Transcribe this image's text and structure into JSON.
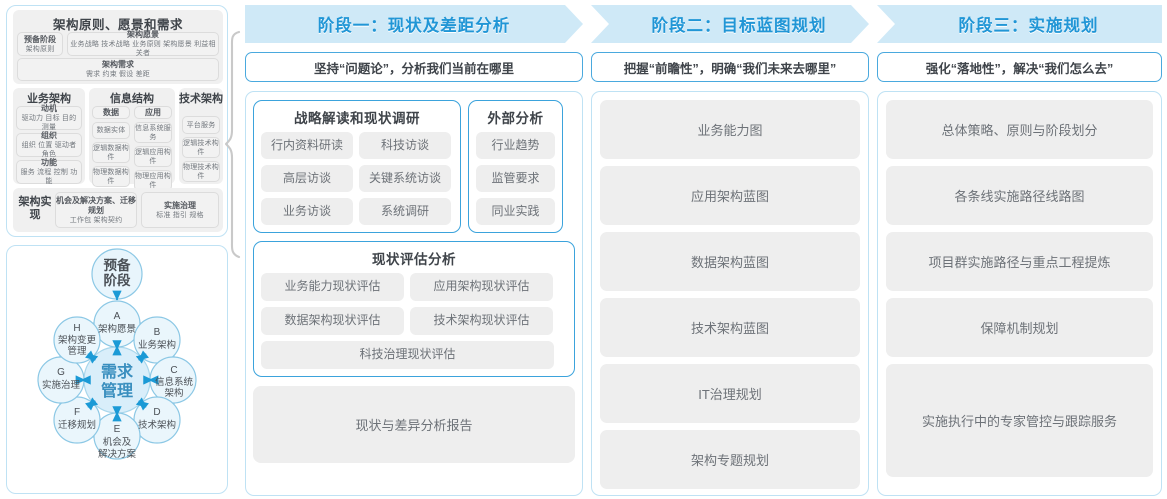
{
  "left_panel": {
    "matrix": {
      "heading": "架构原则、愿景和需求",
      "top_cells": [
        {
          "title": "预备阶段",
          "sub": "架构原则"
        },
        {
          "title": "架构愿景",
          "sub": "业务战略 技术战略 业务原则 架构愿景 利益相关者"
        },
        {
          "title": "架构需求",
          "sub": "需求   约束   假设   差距"
        }
      ],
      "columns": [
        {
          "title": "业务架构",
          "cells": [
            {
              "title": "动机",
              "sub": "驱动力 目标 目的 测量"
            },
            {
              "title": "组织",
              "sub": "组织 位置 驱动者 角色"
            },
            {
              "title": "功能",
              "sub": "服务 流程 控制 功能"
            }
          ]
        },
        {
          "title": "信息结构",
          "subcolumns": [
            {
              "header": "数据",
              "items": [
                "数据实体",
                "逻辑数据构件",
                "物理数据构件"
              ]
            },
            {
              "header": "应用",
              "items": [
                "信息系统服务",
                "逻辑应用构件",
                "物理应用构件"
              ]
            }
          ]
        },
        {
          "title": "技术架构",
          "items": [
            "平台服务",
            "逻辑技术构件",
            "物理技术构件"
          ]
        }
      ],
      "footer": {
        "label": "架构实现",
        "cells": [
          {
            "title": "机会及解决方案、迁移规划",
            "sub": "工作包   架构契约"
          },
          {
            "title": "实施治理",
            "sub": "标准  指引  规格"
          }
        ]
      }
    },
    "adm": {
      "center": "需求管理",
      "preliminary": "预备阶段",
      "nodes": [
        {
          "key": "A",
          "label": "架构愿景"
        },
        {
          "key": "B",
          "label": "业务架构"
        },
        {
          "key": "C",
          "label": "信息系统架构"
        },
        {
          "key": "D",
          "label": "技术架构"
        },
        {
          "key": "E",
          "label": "机会及解决方案"
        },
        {
          "key": "F",
          "label": "迁移规划"
        },
        {
          "key": "G",
          "label": "实施治理"
        },
        {
          "key": "H",
          "label": "架构变更管理"
        }
      ]
    }
  },
  "phases": [
    {
      "header": "阶段一：现状及差距分析",
      "tagline": "坚持“问题论”，分析我们当前在哪里",
      "survey_panel": {
        "title": "战略解读和现状调研",
        "items": [
          "行内资料研读",
          "科技访谈",
          "高层访谈",
          "关键系统访谈",
          "业务访谈",
          "系统调研"
        ]
      },
      "external_panel": {
        "title": "外部分析",
        "items": [
          "行业趋势",
          "监管要求",
          "同业实践"
        ]
      },
      "assess_panel": {
        "title": "现状评估分析",
        "items_half": [
          "业务能力现状评估",
          "应用架构现状评估",
          "数据架构现状评估",
          "技术架构现状评估"
        ],
        "items_full": [
          "科技治理现状评估"
        ]
      },
      "report": "现状与差异分析报告"
    },
    {
      "header": "阶段二：目标蓝图规划",
      "tagline": "把握“前瞻性”，明确“我们未来去哪里”",
      "items": [
        "业务能力图",
        "应用架构蓝图",
        "数据架构蓝图",
        "技术架构蓝图",
        "IT治理规划",
        "架构专题规划"
      ]
    },
    {
      "header": "阶段三：实施规划",
      "tagline": "强化“落地性”，解决“我们怎么去”",
      "items": [
        "总体策略、原则与阶段划分",
        "各条线实施路径线路图",
        "项目群实施路径与重点工程提炼",
        "保障机制规划",
        "实施执行中的专家管控与跟踪服务"
      ]
    }
  ],
  "colors": {
    "chevron_fill": "#cfe9f7",
    "header_text": "#2196d6",
    "panel_border_light": "#bfe2f4",
    "panel_border_strong": "#3ba3dc",
    "tagline_border": "#4aa9de",
    "chip_bg": "#eeeeee",
    "chip_text": "#6d7278",
    "adm_node": "#e6f4fb",
    "adm_stroke": "#86c5e3",
    "arrow": "#1b9ad6",
    "brace": "#c8c8c8"
  }
}
